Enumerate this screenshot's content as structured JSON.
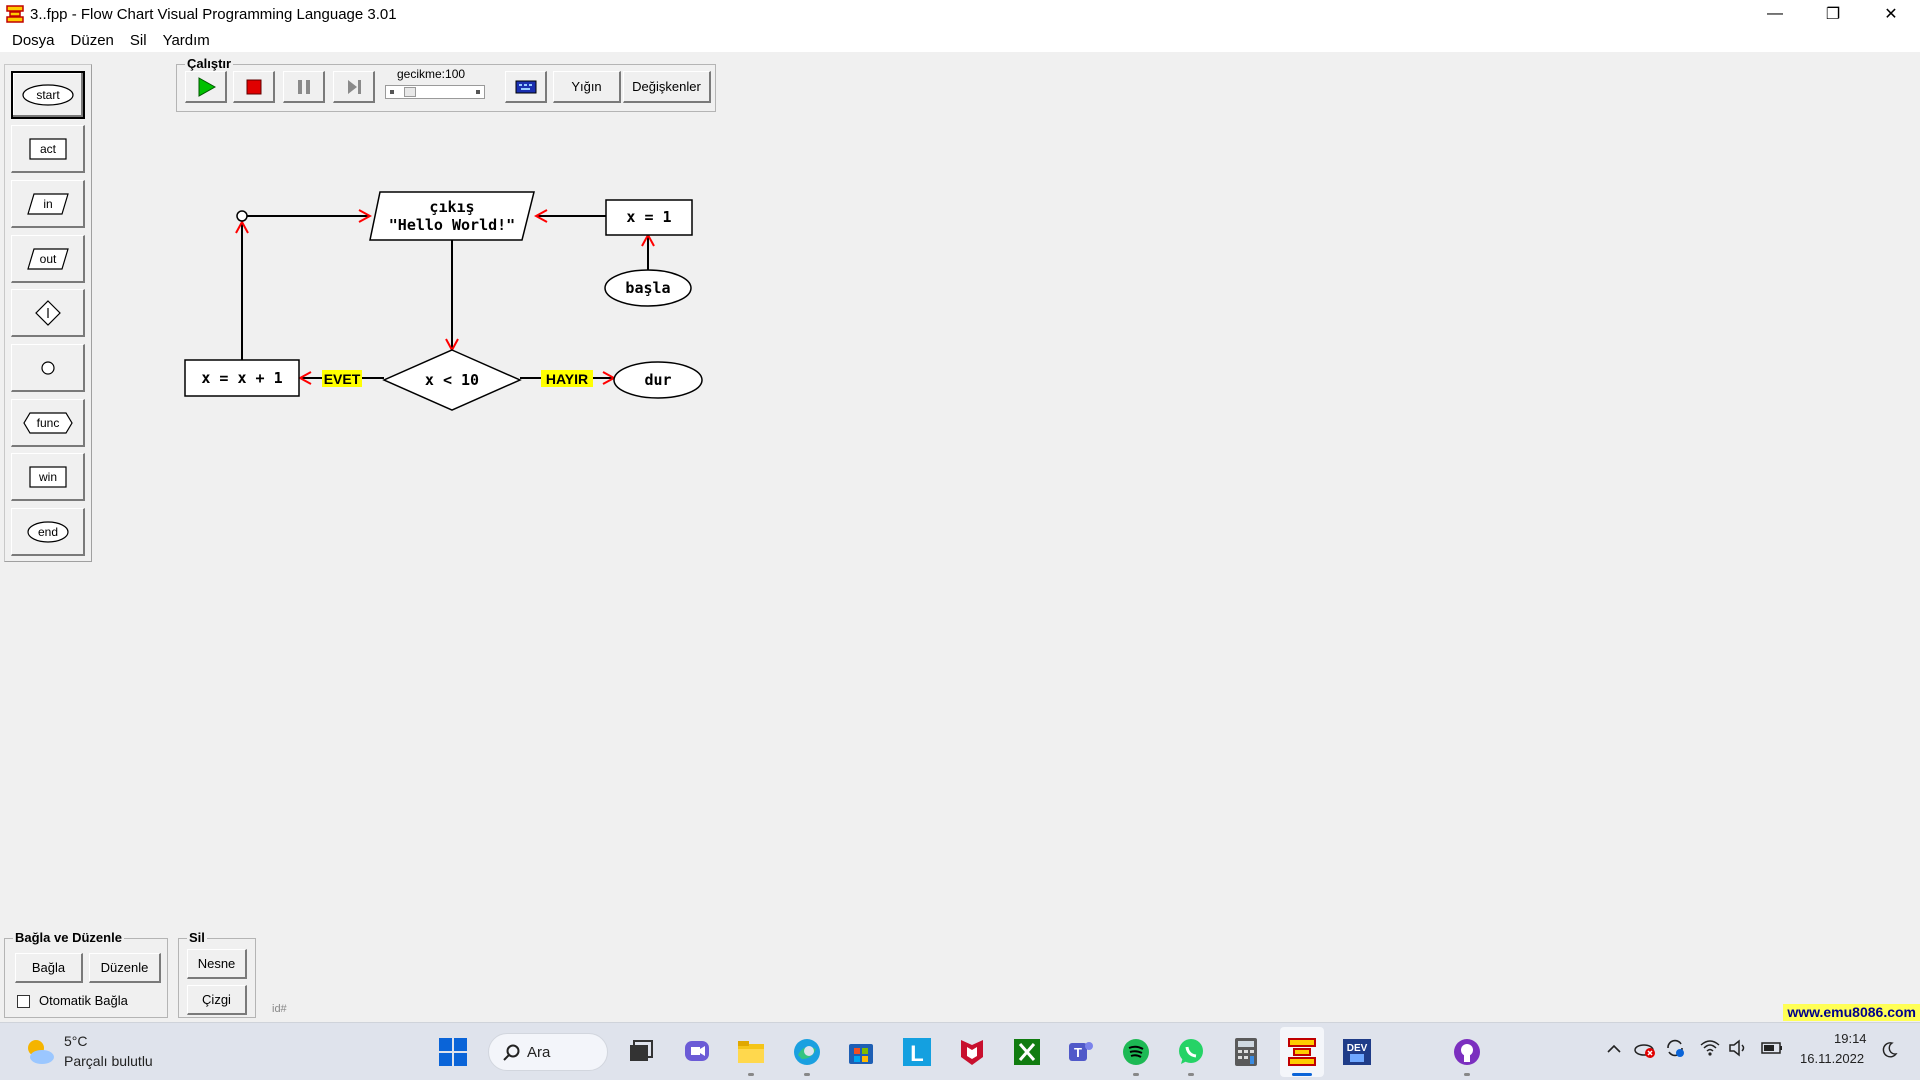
{
  "window": {
    "title": "3..fpp - Flow Chart Visual Programming Language 3.01",
    "minimize": "—",
    "restore": "❐",
    "close": "✕"
  },
  "menu": [
    "Dosya",
    "Düzen",
    "Sil",
    "Yardım"
  ],
  "palette": [
    {
      "label": "start",
      "shape": "oval"
    },
    {
      "label": "act",
      "shape": "rect"
    },
    {
      "label": "in",
      "shape": "parallelogram"
    },
    {
      "label": "out",
      "shape": "parallelogram"
    },
    {
      "label": "",
      "shape": "diamond"
    },
    {
      "label": "",
      "shape": "circle"
    },
    {
      "label": "func",
      "shape": "hexagon"
    },
    {
      "label": "win",
      "shape": "rect"
    },
    {
      "label": "end",
      "shape": "oval"
    }
  ],
  "run_group": {
    "title": "Çalıştır",
    "delay_label": "gecikme:",
    "delay_value": "100",
    "stack_button": "Yığın",
    "variables_button": "Değişkenler"
  },
  "flowchart": {
    "output_line1": "çıkış",
    "output_line2": "\"Hello World!\"",
    "assign_init": "x = 1",
    "start": "başla",
    "condition": "x < 10",
    "increment": "x = x + 1",
    "yes_label": "EVET",
    "no_label": "HAYIR",
    "stop": "dur"
  },
  "connect_group": {
    "title": "Bağla ve Düzenle",
    "connect_button": "Bağla",
    "arrange_button": "Düzenle",
    "auto_connect_label": "Otomatik Bağla"
  },
  "delete_group": {
    "title": "Sil",
    "object_button": "Nesne",
    "line_button": "Çizgi"
  },
  "status_id": "id#",
  "promo": "www.emu8086.com",
  "taskbar": {
    "weather_temp": "5°C",
    "weather_desc": "Parçalı bulutlu",
    "search_label": "Ara",
    "time": "19:14",
    "date": "16.11.2022"
  },
  "colors": {
    "arrow_red": "#ff0000",
    "label_yellow": "#ffff00",
    "play_green": "#00c000",
    "stop_red": "#e00000"
  }
}
